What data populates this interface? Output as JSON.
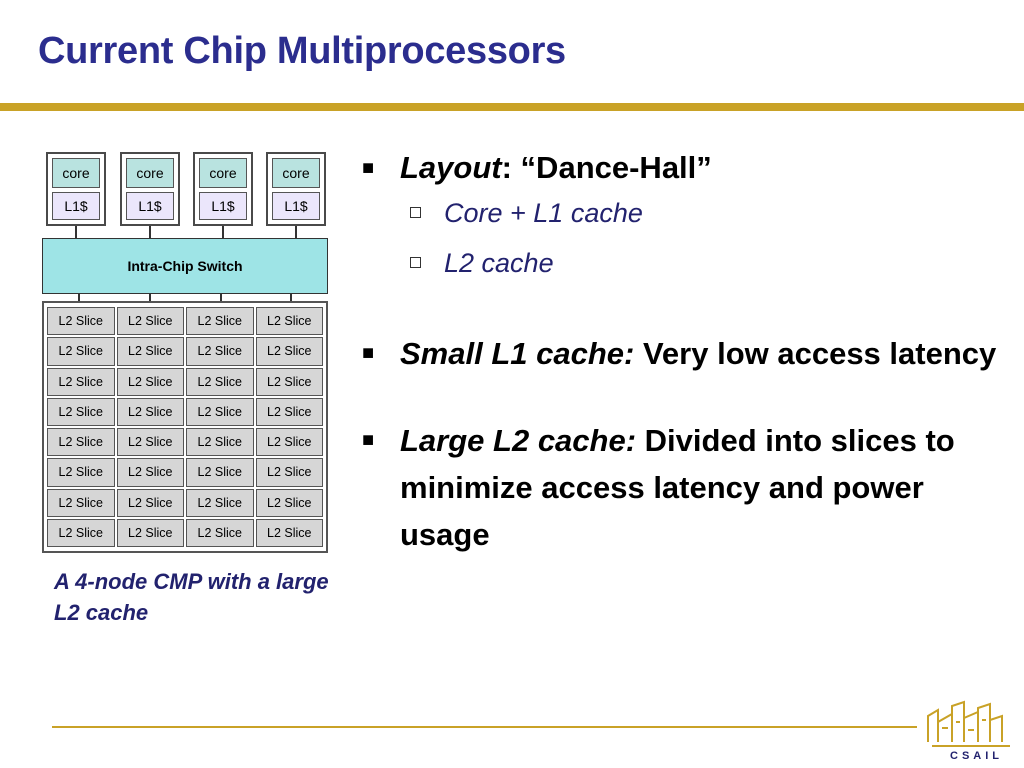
{
  "slide": {
    "title": "Current Chip Multiprocessors"
  },
  "diagram": {
    "cores": [
      {
        "core_label": "core",
        "l1_label": "L1$"
      },
      {
        "core_label": "core",
        "l1_label": "L1$"
      },
      {
        "core_label": "core",
        "l1_label": "L1$"
      },
      {
        "core_label": "core",
        "l1_label": "L1$"
      }
    ],
    "switch_label": "Intra-Chip Switch",
    "l2_slice_label": "L2 Slice",
    "l2_rows": 8,
    "l2_cols": 4,
    "caption": "A 4-node CMP with a large L2 cache"
  },
  "bullets": {
    "b1_term": "Layout",
    "b1_rest": ": “Dance-Hall”",
    "b1_sub1": "Core + L1 cache",
    "b1_sub2": "L2 cache",
    "b2_term": "Small L1 cache:",
    "b2_rest": " Very low access latency",
    "b3_term": "Large L2 cache:",
    "b3_rest": " Divided into slices to minimize access latency and power usage"
  },
  "logo": {
    "text": "CSAIL"
  },
  "colors": {
    "title": "#2b2d8e",
    "rule": "#c9a227",
    "core_fill": "#b9e3e0",
    "l1_fill": "#ebe6fb",
    "switch_fill": "#9ee4e6",
    "l2_fill": "#d6d6d6"
  }
}
